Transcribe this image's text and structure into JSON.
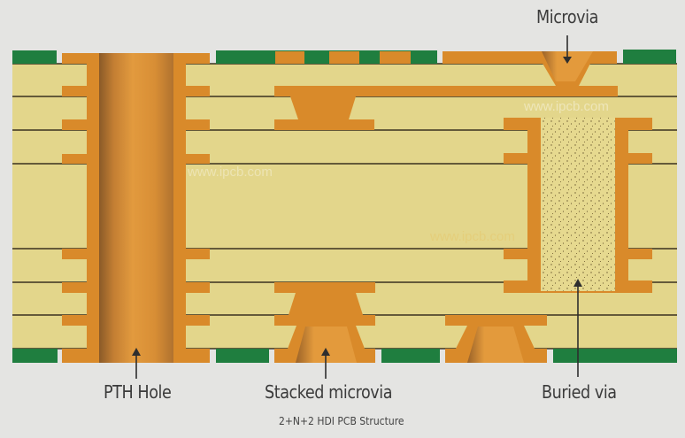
{
  "diagram": {
    "title": "2+N+2 HDI PCB Structure",
    "labels": {
      "microvia": "Microvia",
      "pth_hole": "PTH Hole",
      "stacked_microvia": "Stacked microvia",
      "buried_via": "Buried via"
    },
    "watermarks": [
      "www.ipcb.com",
      "www.ipcb.com",
      "www.ipcb.com"
    ],
    "colors": {
      "background": "#e4e4e2",
      "laminate": "#e3d68b",
      "copper": "#d98a2a",
      "copper_light": "#e39a3c",
      "solder_mask": "#1f7e3f",
      "layer_line": "#3a3020",
      "label_text": "#3b3b3b"
    },
    "layers": {
      "count": 8,
      "line_y": [
        72,
        109,
        147,
        185,
        281,
        319,
        356,
        394
      ]
    }
  }
}
